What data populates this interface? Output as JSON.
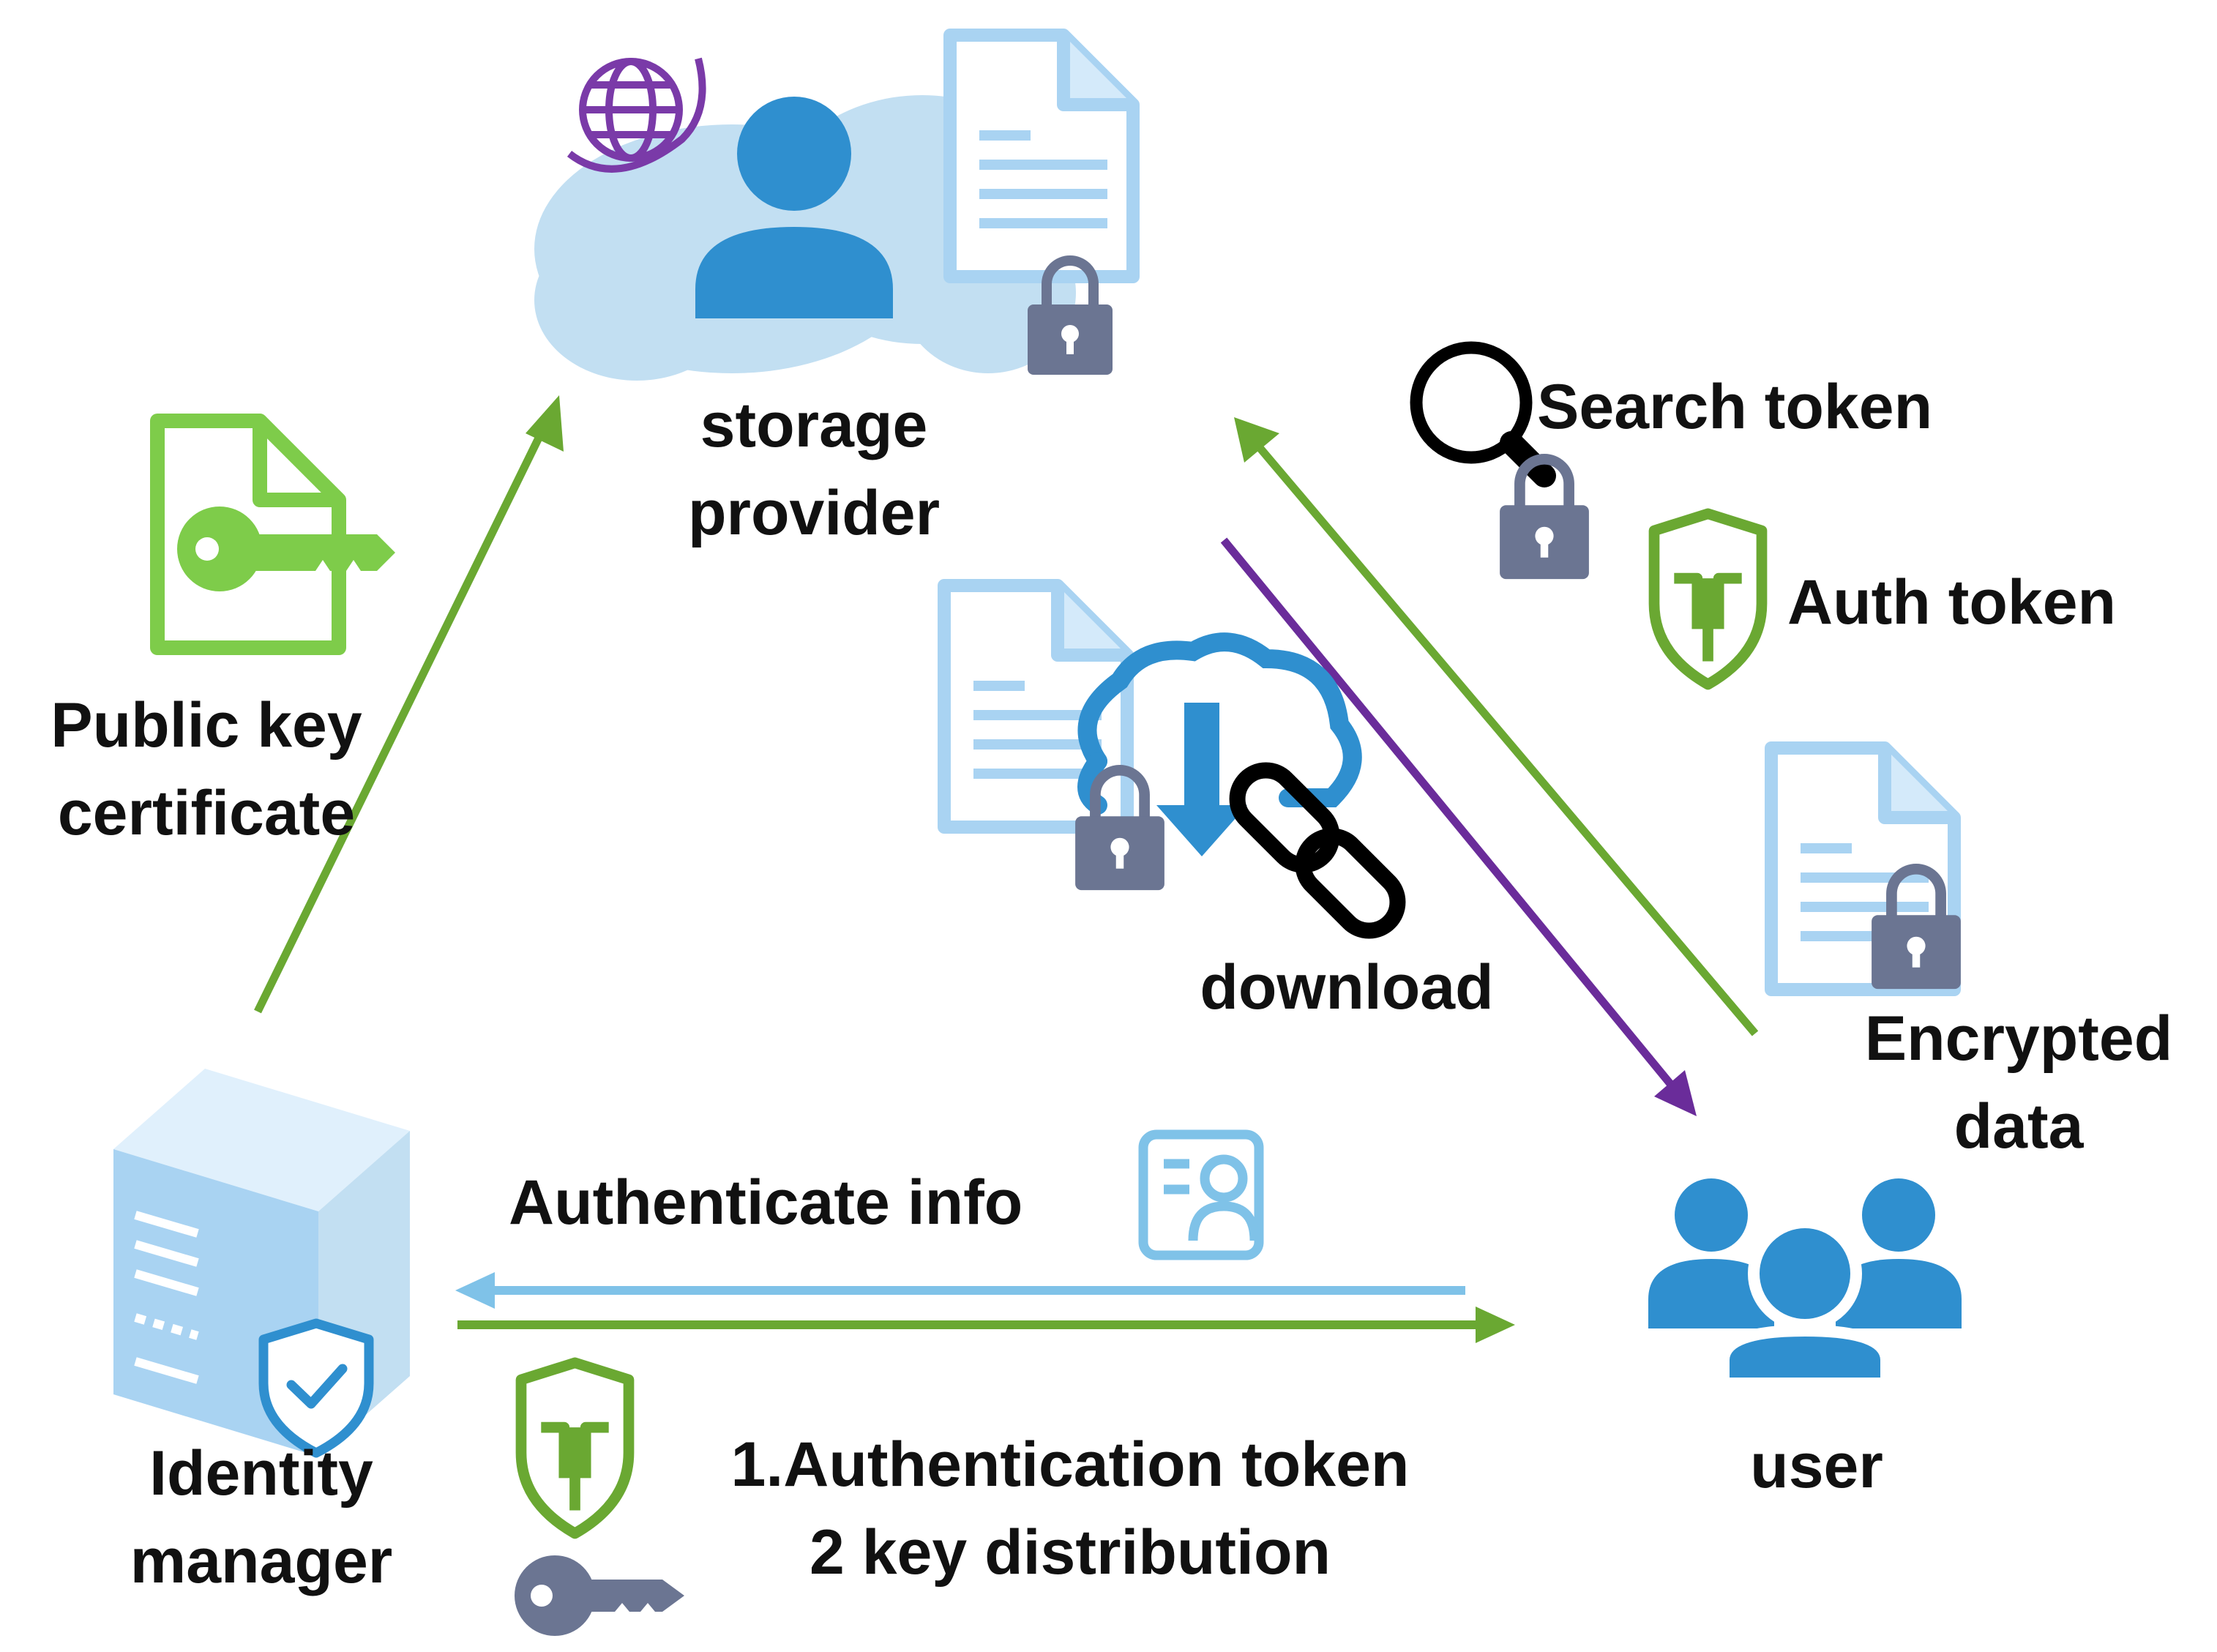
{
  "nodes": {
    "storage": {
      "line1": "storage",
      "line2": "provider"
    },
    "identity": {
      "line1": "Identity",
      "line2": "manager"
    },
    "user": {
      "label": "user"
    }
  },
  "labels": {
    "public_key_line1": "Public key",
    "public_key_line2": "certificate",
    "search_token": "Search token",
    "auth_token": "Auth token",
    "encrypted_line1": "Encrypted",
    "encrypted_line2": "data",
    "download": "download",
    "authenticate_info": "Authenticate info",
    "distribution_line1": "1.Authentication token",
    "distribution_line2": "2 key distribution"
  },
  "colors": {
    "green": "#6aa832",
    "purple": "#6a2c9a",
    "light_blue": "#7fc2e8",
    "cloud": "#c2dff2",
    "person_blue": "#2f8fcf",
    "lock": "#6b7592",
    "doc_blue": "#a9d3f2",
    "cert_green": "#7ecc4a"
  },
  "icons": [
    "globe-icon",
    "cloud-icon",
    "person-icon",
    "document-icon",
    "lock-icon",
    "certificate-key-icon",
    "magnifier-icon",
    "shield-token-icon",
    "cloud-download-icon",
    "chain-link-icon",
    "id-card-icon",
    "server-icon",
    "shield-check-icon",
    "users-icon",
    "key-icon"
  ]
}
